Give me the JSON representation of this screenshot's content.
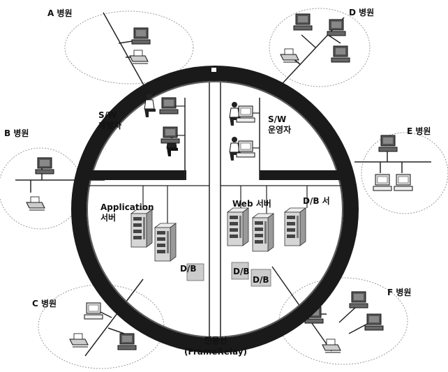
{
  "hospitals": {
    "a": "A 병원",
    "b": "B 병원",
    "c": "C 병원",
    "d": "D 병원",
    "e": "E 병원",
    "f": "F 병원"
  },
  "quadrants": {
    "sw_dev": [
      "S/W",
      "개발자"
    ],
    "sw_ops": [
      "S/W",
      "운영자"
    ],
    "app_server": [
      "Application",
      "서버"
    ],
    "web_server": "Web 서버",
    "db_server": "D/B 서",
    "db_left": "D/B",
    "db_right_1": "D/B",
    "db_right_2": "D/B"
  },
  "network": {
    "line1": "전용선",
    "line2": "(FrameRelay)"
  },
  "colors": {
    "ring": "#1a1a1a",
    "ring_inner": "#3a3a3a",
    "equipment": "#555555",
    "server_light": "#d8d8d8",
    "line": "#222222"
  }
}
